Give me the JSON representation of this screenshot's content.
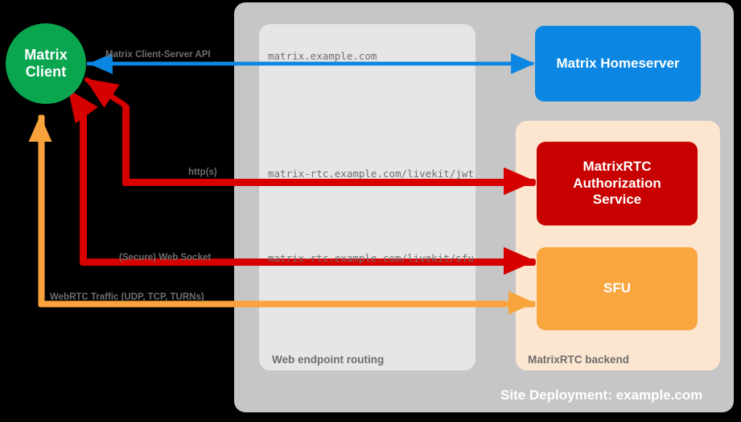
{
  "diagram": {
    "title": "Site Deployment: example.com",
    "site_label": "Site Deployment: example.com",
    "colors": {
      "background": "#000000",
      "site_container": "#c6c6c6",
      "routing_box": "#e6e6e6",
      "backend_box": "#fce6cf",
      "client_green": "#09a64f",
      "homeserver_blue": "#0b87e3",
      "auth_red": "#c90000",
      "sfu_orange": "#f9a63f",
      "label_gray": "#6e6e6e",
      "url_gray": "#707070"
    }
  },
  "nodes": {
    "client": {
      "name": "Matrix Client",
      "line1": "Matrix",
      "line2": "Client",
      "shape": "circle",
      "color": "#09a64f"
    },
    "homeserver": {
      "label": "Matrix Homeserver",
      "color": "#0b87e3"
    },
    "auth_service": {
      "label": "MatrixRTC Authorization Service",
      "line1": "MatrixRTC",
      "line2": "Authorization",
      "line3": "Service",
      "color": "#c90000"
    },
    "sfu": {
      "label": "SFU",
      "color": "#f9a63f"
    }
  },
  "zones": {
    "site": {
      "label": "Site Deployment: example.com"
    },
    "routing": {
      "label": "Web endpoint routing"
    },
    "backend": {
      "label": "MatrixRTC backend"
    }
  },
  "endpoints": [
    {
      "id": "matrix",
      "url": "matrix.example.com"
    },
    {
      "id": "jwt",
      "url": "matrix-rtc.example.com/livekit/jwt"
    },
    {
      "id": "sfu",
      "url": "matrix-rtc.example.com/livekit/sfu"
    }
  ],
  "flows": [
    {
      "id": "client-server-api",
      "label": "Matrix Client-Server API",
      "color": "#0b87e3",
      "from": "Matrix Client",
      "to": "Matrix Homeserver",
      "endpoint": "matrix.example.com"
    },
    {
      "id": "https",
      "label": "http(s)",
      "color": "#d60000",
      "from": "Matrix Client",
      "to": "MatrixRTC Authorization Service",
      "endpoint": "matrix-rtc.example.com/livekit/jwt"
    },
    {
      "id": "websocket",
      "label": "(Secure) Web Socket",
      "color": "#d60000",
      "from": "Matrix Client",
      "to": "SFU",
      "endpoint": "matrix-rtc.example.com/livekit/sfu"
    },
    {
      "id": "webrtc",
      "label": "WebRTC Traffic (UDP, TCP, TURNs)",
      "color": "#f9a33c",
      "from": "Matrix Client",
      "to": "SFU",
      "endpoint": ""
    }
  ]
}
